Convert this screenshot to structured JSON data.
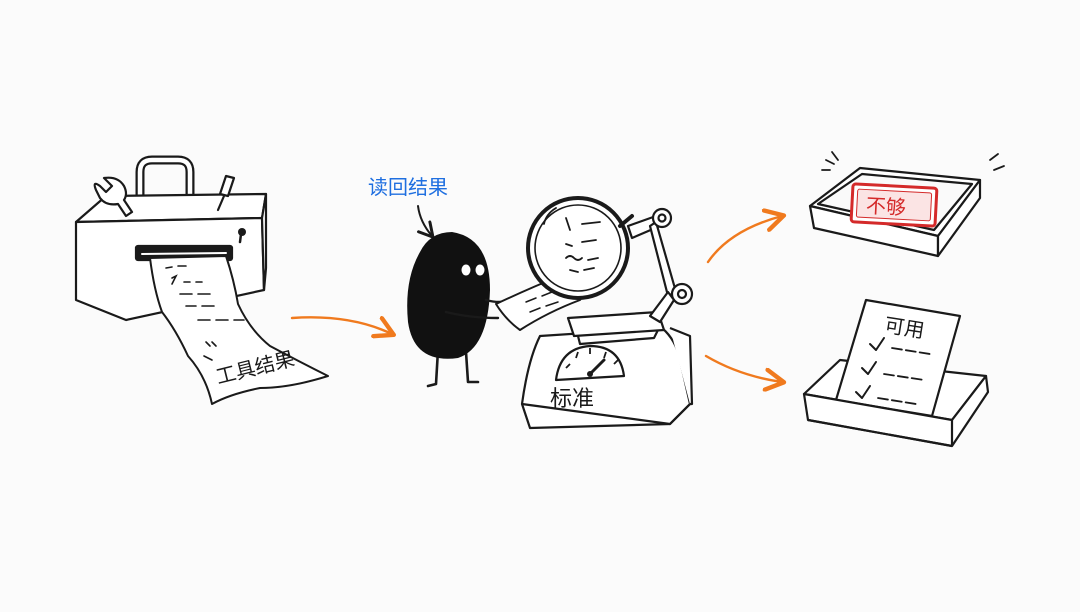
{
  "labels": {
    "tool_result": "工具结果",
    "read_back": "读回结果",
    "standard": "标准",
    "not_enough": "不够",
    "usable": "可用"
  },
  "colors": {
    "ink": "#1a1a1a",
    "arrow": "#f07a1e",
    "annotation": "#1f6fe0",
    "stamp": "#d42a2a",
    "paper": "#ffffff"
  },
  "icons": [
    "toolbox-printer-icon",
    "wrench-icon",
    "screwdriver-icon",
    "character-icon",
    "magnifier-icon",
    "scale-icon",
    "tray-icon",
    "checklist-icon",
    "stamp-icon",
    "arrow-icon"
  ]
}
